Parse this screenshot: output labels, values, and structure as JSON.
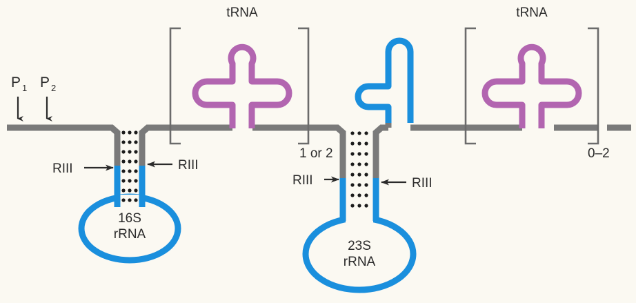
{
  "figure": {
    "title": "rRNA operon transcript processing diagram",
    "background_color": "#fbf9f2"
  },
  "colors": {
    "transcript_gray": "#7a7a7a",
    "rrna_blue": "#1a8fdd",
    "trna_purple": "#b265b0",
    "text_dark": "#2b2b2b",
    "bracket_gray": "#6b6b6b"
  },
  "promoters": [
    {
      "name": "P-one",
      "label": "P",
      "subscript": "1"
    },
    {
      "name": "P-two",
      "label": "P",
      "subscript": "2"
    }
  ],
  "rrna": [
    {
      "name": "16S",
      "line1": "16S",
      "line2": "rRNA"
    },
    {
      "name": "23S",
      "line1": "23S",
      "line2": "rRNA"
    }
  ],
  "trna_labels": [
    {
      "id": "trna-first",
      "label": "tRNA"
    },
    {
      "id": "trna-last",
      "label": "tRNA"
    }
  ],
  "brackets": [
    {
      "id": "bracket-spacer-trna",
      "count_label": "1 or 2"
    },
    {
      "id": "bracket-trailer-trna",
      "count_label": "0–2"
    }
  ],
  "rnase_sites": [
    {
      "id": "riii-16s-left",
      "label": "RIII",
      "direction": "right"
    },
    {
      "id": "riii-16s-right",
      "label": "RIII",
      "direction": "left"
    },
    {
      "id": "riii-23s-left",
      "label": "RIII",
      "direction": "right"
    },
    {
      "id": "riii-23s-right",
      "label": "RIII",
      "direction": "left"
    }
  ]
}
